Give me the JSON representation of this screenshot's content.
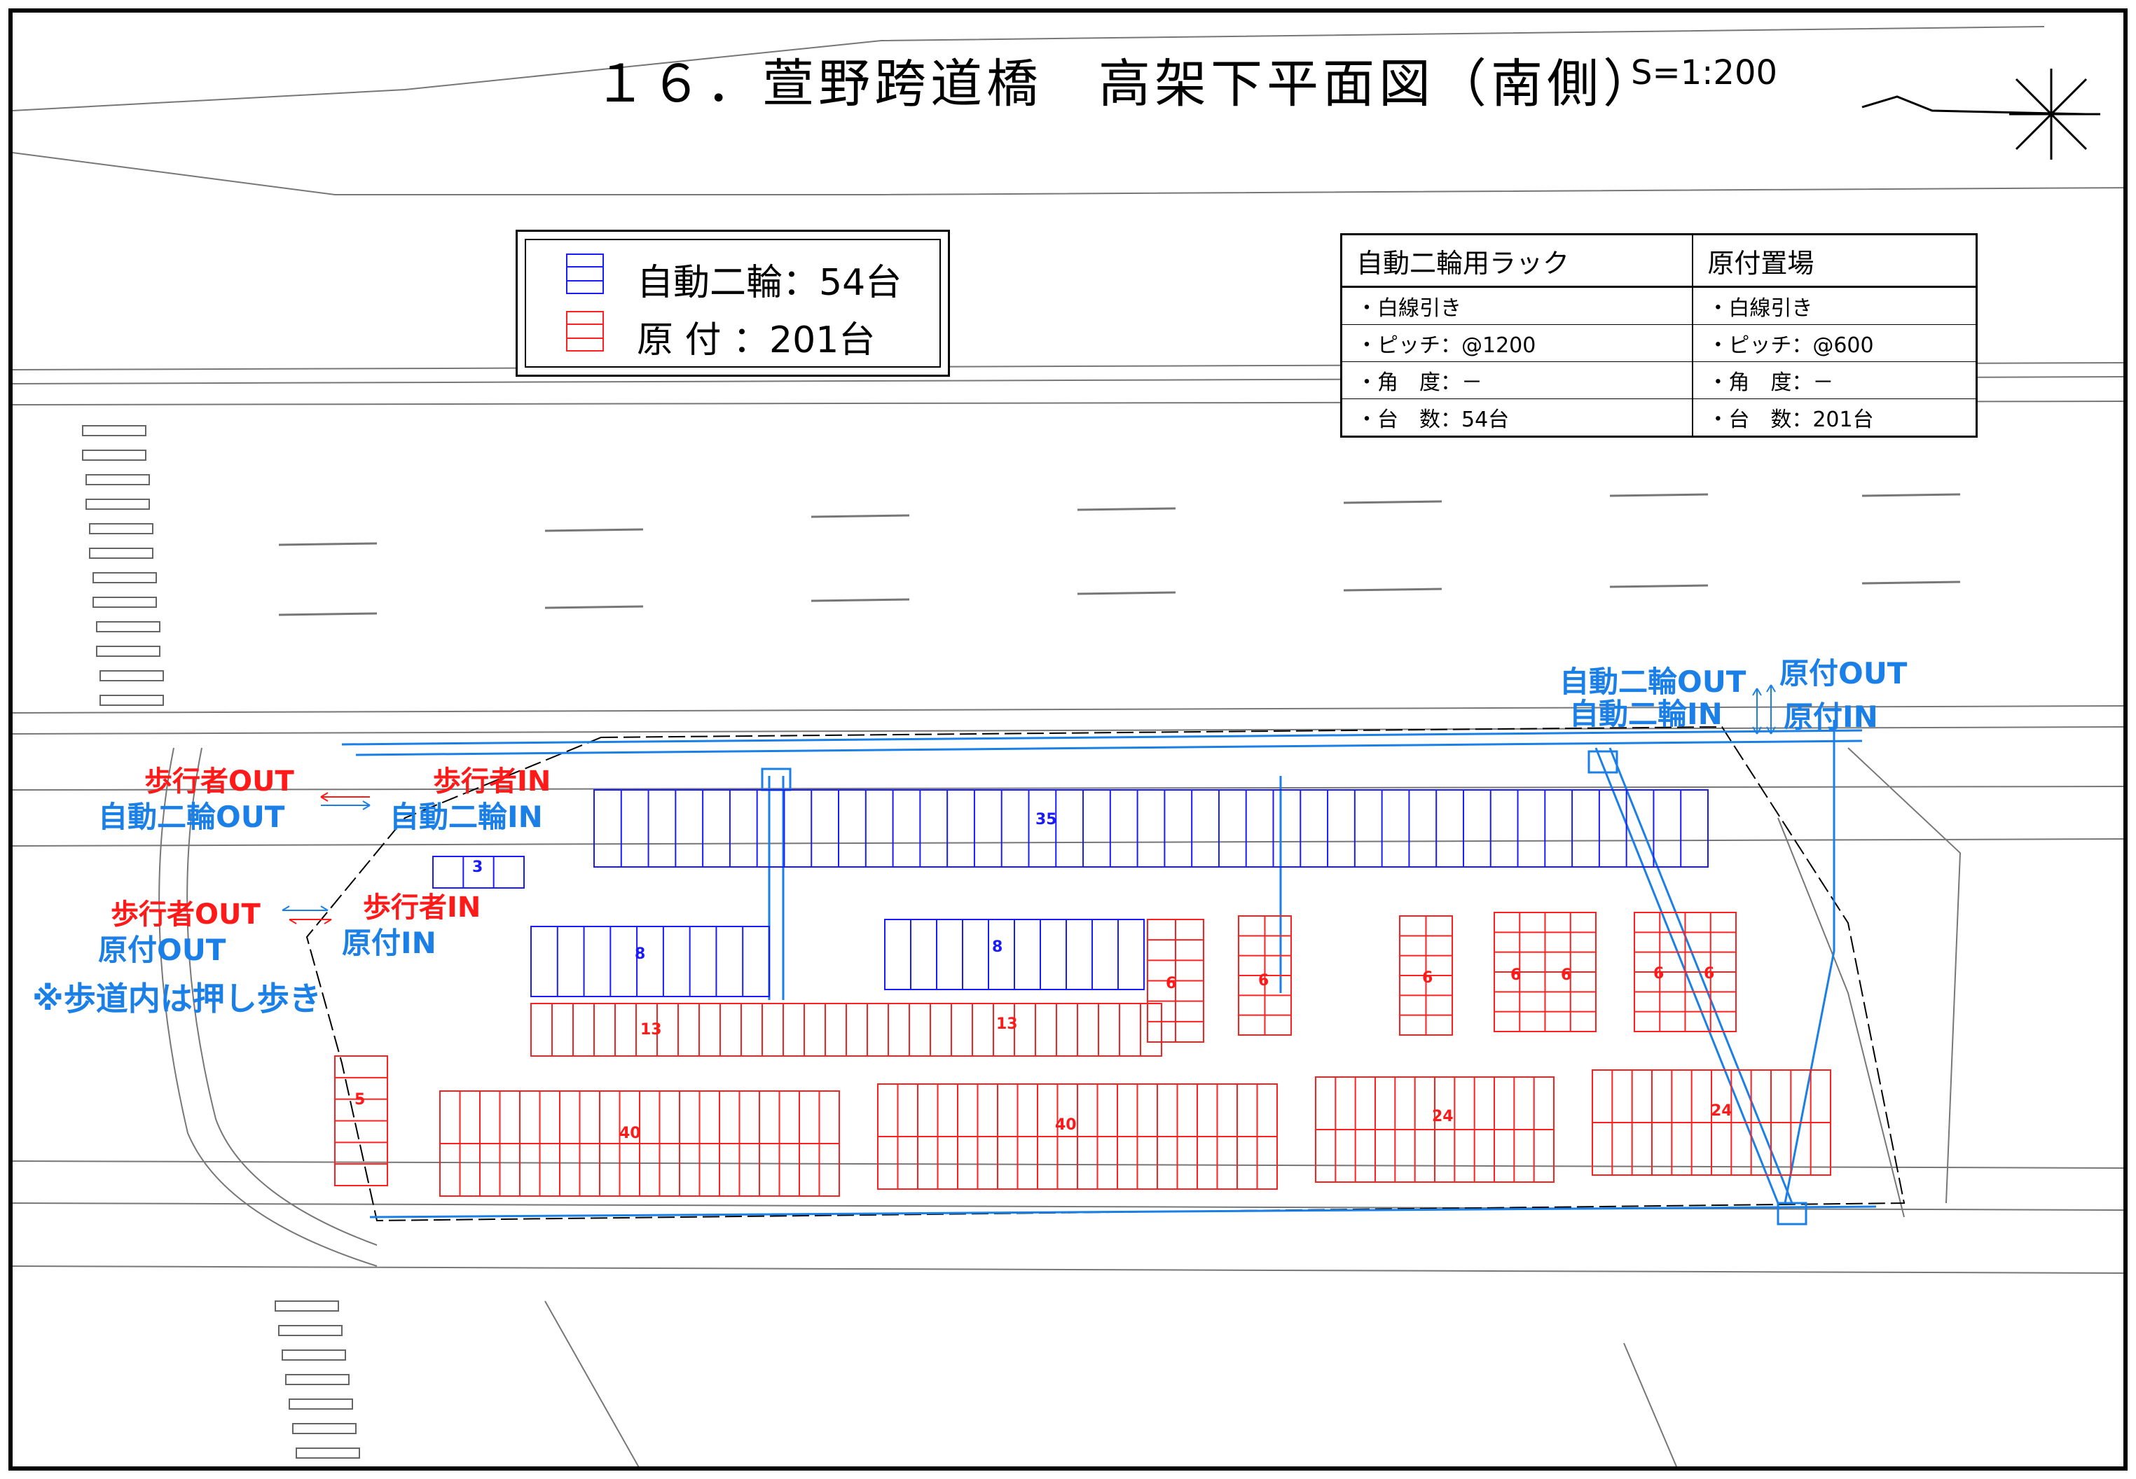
{
  "title": "１６．萱野跨道橋　高架下平面図（南側）",
  "scale": "S=1:200",
  "legend": {
    "motorcycle": "自動二輪：54台",
    "moped": "原 付 ：201台"
  },
  "spec_table": {
    "col1_header": "自動二輪用ラック",
    "col2_header": "原付置場",
    "col1_rows": [
      "・白線引き",
      "・ピッチ：@1200",
      "・角　度：－",
      "・台　数：54台"
    ],
    "col2_rows": [
      "・白線引き",
      "・ピッチ：@600",
      "・角　度：－",
      "・台　数：201台"
    ]
  },
  "flow_labels": {
    "ped_out_top": "歩行者OUT",
    "moto_out_left": "自動二輪OUT",
    "ped_in_top": "歩行者IN",
    "moto_in_left": "自動二輪IN",
    "ped_out_bottom": "歩行者OUT",
    "moped_out_left": "原付OUT",
    "ped_in_bottom": "歩行者IN",
    "moped_in_left": "原付IN",
    "sidewalk_note": "※歩道内は押し歩き",
    "moto_out_right": "自動二輪OUT",
    "moto_in_right": "自動二輪IN",
    "moped_out_right": "原付OUT",
    "moped_in_right": "原付IN"
  },
  "blue_counts": [
    "35",
    "3",
    "8",
    "8"
  ],
  "red_counts": [
    "13",
    "13",
    "6",
    "6",
    "6",
    "6",
    "6",
    "6",
    "6",
    "5",
    "40",
    "40",
    "24",
    "24"
  ],
  "colors": {
    "motorcycle": "#1a1aff",
    "moped": "#ff2020",
    "flow_blue": "#1a7fe6",
    "flow_red": "#ff1a1a",
    "base_line": "#888888"
  }
}
